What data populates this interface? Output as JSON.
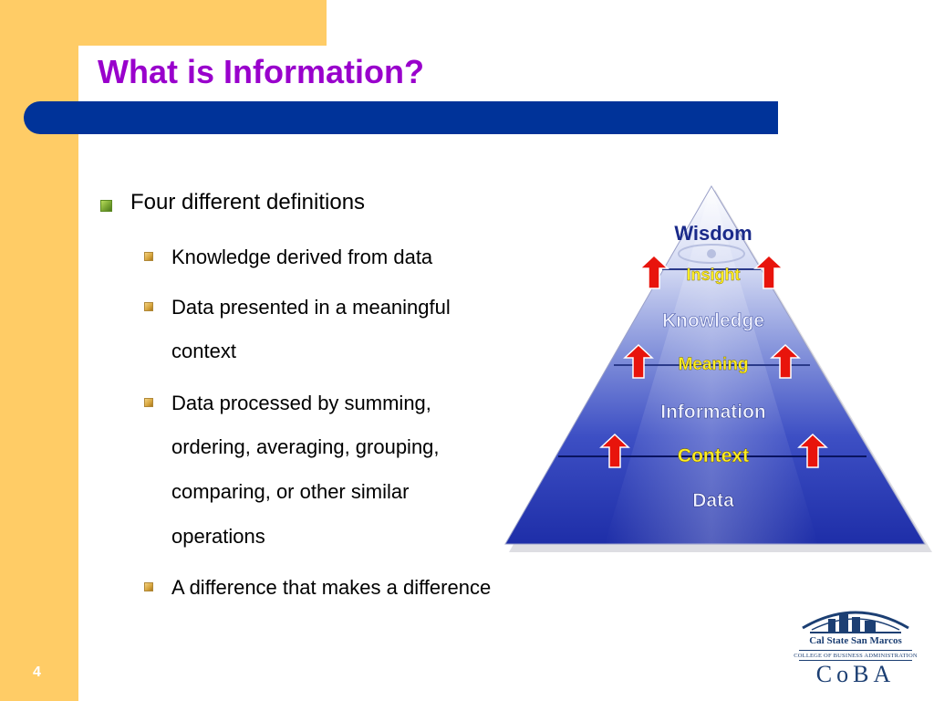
{
  "slide": {
    "title": "What is Information?",
    "page_number": "4"
  },
  "bullets": {
    "main": "Four different definitions",
    "items": [
      {
        "lines": [
          "Knowledge derived from data"
        ]
      },
      {
        "lines": [
          "Data presented in a meaningful",
          "context"
        ]
      },
      {
        "lines": [
          "Data processed by summing,",
          "ordering, averaging, grouping,",
          "comparing, or other similar",
          "operations"
        ]
      },
      {
        "lines": [
          "A difference that makes a difference"
        ]
      }
    ]
  },
  "pyramid": {
    "levels": [
      "Wisdom",
      "Insight",
      "Knowledge",
      "Meaning",
      "Information",
      "Context",
      "Data"
    ]
  },
  "logo": {
    "university": "Cal State San Marcos",
    "college": "COLLEGE OF BUSINESS ADMINISTRATION",
    "abbrev": "CoBA"
  },
  "colors": {
    "accent_yellow": "#ffcc66",
    "title_purple": "#9900cc",
    "bar_blue": "#003399",
    "arrow_red": "#e8140c",
    "label_yellow": "#ffee22"
  }
}
